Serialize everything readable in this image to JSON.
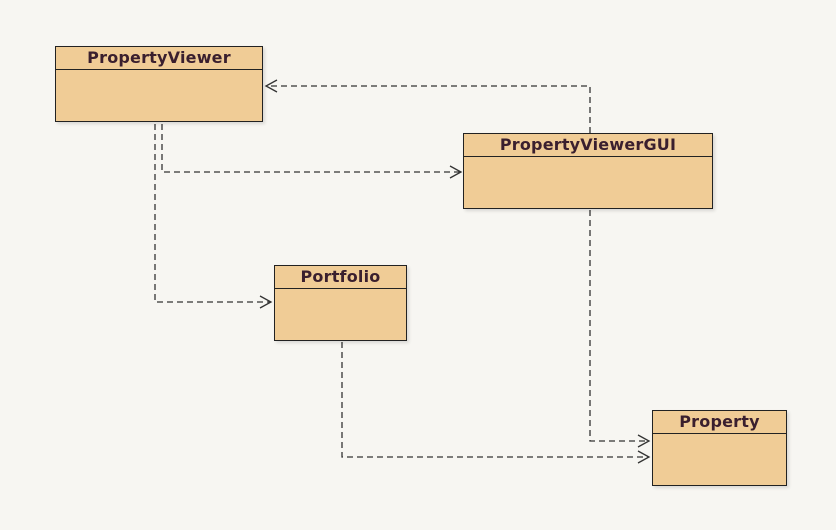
{
  "diagram": {
    "classes": [
      {
        "id": "property-viewer",
        "name": "PropertyViewer"
      },
      {
        "id": "property-viewer-gui",
        "name": "PropertyViewerGUI"
      },
      {
        "id": "portfolio",
        "name": "Portfolio"
      },
      {
        "id": "property",
        "name": "Property"
      }
    ],
    "dependencies": [
      {
        "from": "PropertyViewerGUI",
        "to": "PropertyViewer"
      },
      {
        "from": "PropertyViewer",
        "to": "PropertyViewerGUI"
      },
      {
        "from": "PropertyViewer",
        "to": "Portfolio"
      },
      {
        "from": "PropertyViewerGUI",
        "to": "Property"
      },
      {
        "from": "Portfolio",
        "to": "Property"
      }
    ],
    "colors": {
      "background": "#f7f6f2",
      "class_fill": "#f0cc96",
      "class_border": "#222222",
      "class_name_text": "#3a1f2e",
      "arrow": "#333333"
    }
  }
}
